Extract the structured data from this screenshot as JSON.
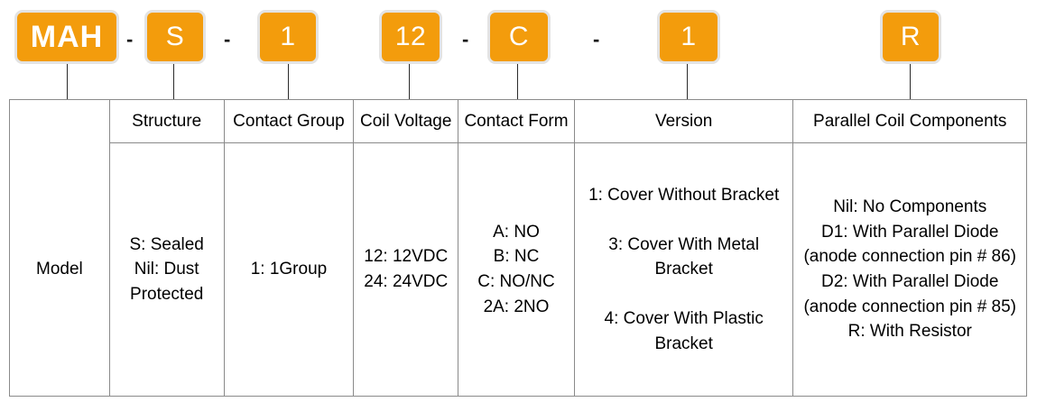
{
  "part_number": {
    "accent_color": "#F39C0C",
    "segments": [
      {
        "id": "model",
        "value": "MAH",
        "separator_after": "-"
      },
      {
        "id": "structure",
        "value": "S",
        "separator_after": "-"
      },
      {
        "id": "contact_group",
        "value": "1",
        "separator_after": ""
      },
      {
        "id": "coil_voltage",
        "value": "12",
        "separator_after": "-"
      },
      {
        "id": "contact_form",
        "value": "C",
        "separator_after": "-"
      },
      {
        "id": "version",
        "value": "1",
        "separator_after": ""
      },
      {
        "id": "parallel_coil",
        "value": "R",
        "separator_after": ""
      }
    ]
  },
  "table": {
    "columns": [
      {
        "id": "model",
        "header": "",
        "body": "Model"
      },
      {
        "id": "structure",
        "header": "Structure",
        "body": "S: Sealed\nNil: Dust\nProtected"
      },
      {
        "id": "contact_group",
        "header": "Contact Group",
        "body": "1: 1Group"
      },
      {
        "id": "coil_voltage",
        "header": "Coil Voltage",
        "body": "12: 12VDC\n24: 24VDC"
      },
      {
        "id": "contact_form",
        "header": "Contact Form",
        "body": "A: NO\nB: NC\nC: NO/NC\n2A: 2NO"
      },
      {
        "id": "version",
        "header": "Version",
        "body": "1: Cover Without Bracket\n\n3: Cover With Metal\nBracket\n\n4: Cover With Plastic\nBracket"
      },
      {
        "id": "parallel_coil_components",
        "header": "Parallel Coil Components",
        "body": "Nil: No Components\nD1: With Parallel Diode\n(anode connection pin # 86)\nD2: With Parallel Diode\n(anode connection pin # 85)\nR: With Resistor"
      }
    ]
  }
}
